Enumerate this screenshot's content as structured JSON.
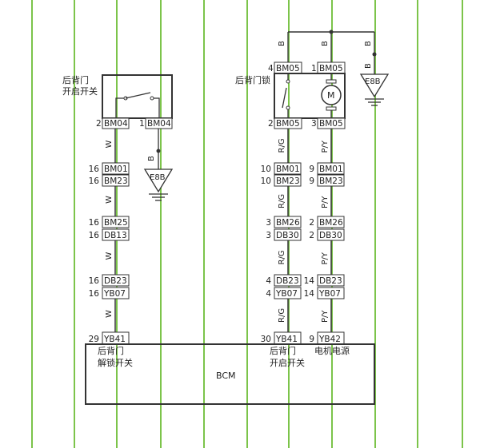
{
  "colors": {
    "gridline": "#7cc44a",
    "wire": "#333333",
    "frame": "#333333",
    "bg": "#ffffff"
  },
  "left_switch": {
    "label_line1": "后背门",
    "label_line2": "开启开关",
    "pins": [
      {
        "pin": "2",
        "connector": "BM04"
      },
      {
        "pin": "1",
        "connector": "BM04"
      }
    ]
  },
  "latch": {
    "label": "后背门锁",
    "motor_symbol": "M",
    "top_pins": [
      {
        "pin": "4",
        "connector": "BM05"
      },
      {
        "pin": "1",
        "connector": "BM05"
      }
    ],
    "bottom_pins": [
      {
        "pin": "2",
        "connector": "BM05"
      },
      {
        "pin": "3",
        "connector": "BM05"
      }
    ]
  },
  "grounds": [
    {
      "name": "E8B",
      "wire": "B"
    },
    {
      "name": "E8B",
      "wire": "B"
    }
  ],
  "top_bus_wire_labels": [
    "B",
    "B",
    "B"
  ],
  "columns": [
    {
      "id": "left",
      "wire_colors": [
        "W",
        "W",
        "W",
        "W"
      ],
      "connectors": [
        [
          {
            "pin": "16",
            "connector": "BM01"
          },
          {
            "pin": "16",
            "connector": "BM23"
          }
        ],
        [
          {
            "pin": "16",
            "connector": "BM25"
          },
          {
            "pin": "16",
            "connector": "DB13"
          }
        ],
        [
          {
            "pin": "16",
            "connector": "DB23"
          },
          {
            "pin": "16",
            "connector": "YB07"
          }
        ]
      ],
      "bcm_pin": {
        "pin": "29",
        "connector": "YB41"
      },
      "bcm_label_line1": "后背门",
      "bcm_label_line2": "解锁开关"
    },
    {
      "id": "mid",
      "wire_colors": [
        "R/G",
        "R/G",
        "R/G",
        "R/G"
      ],
      "connectors": [
        [
          {
            "pin": "10",
            "connector": "BM01"
          },
          {
            "pin": "10",
            "connector": "BM23"
          }
        ],
        [
          {
            "pin": "3",
            "connector": "BM26"
          },
          {
            "pin": "3",
            "connector": "DB30"
          }
        ],
        [
          {
            "pin": "4",
            "connector": "DB23"
          },
          {
            "pin": "4",
            "connector": "YB07"
          }
        ]
      ],
      "bcm_pin": {
        "pin": "30",
        "connector": "YB41"
      },
      "bcm_label_line1": "后背门",
      "bcm_label_line2": "开启开关"
    },
    {
      "id": "right",
      "wire_colors": [
        "P/Y",
        "P/Y",
        "P/Y",
        "P/Y"
      ],
      "connectors": [
        [
          {
            "pin": "9",
            "connector": "BM01"
          },
          {
            "pin": "9",
            "connector": "BM23"
          }
        ],
        [
          {
            "pin": "2",
            "connector": "BM26"
          },
          {
            "pin": "2",
            "connector": "DB30"
          }
        ],
        [
          {
            "pin": "14",
            "connector": "DB23"
          },
          {
            "pin": "14",
            "connector": "YB07"
          }
        ]
      ],
      "bcm_pin": {
        "pin": "9",
        "connector": "YB42"
      },
      "bcm_label_line1": "电机电源",
      "bcm_label_line2": ""
    }
  ],
  "bcm": {
    "label": "BCM"
  }
}
